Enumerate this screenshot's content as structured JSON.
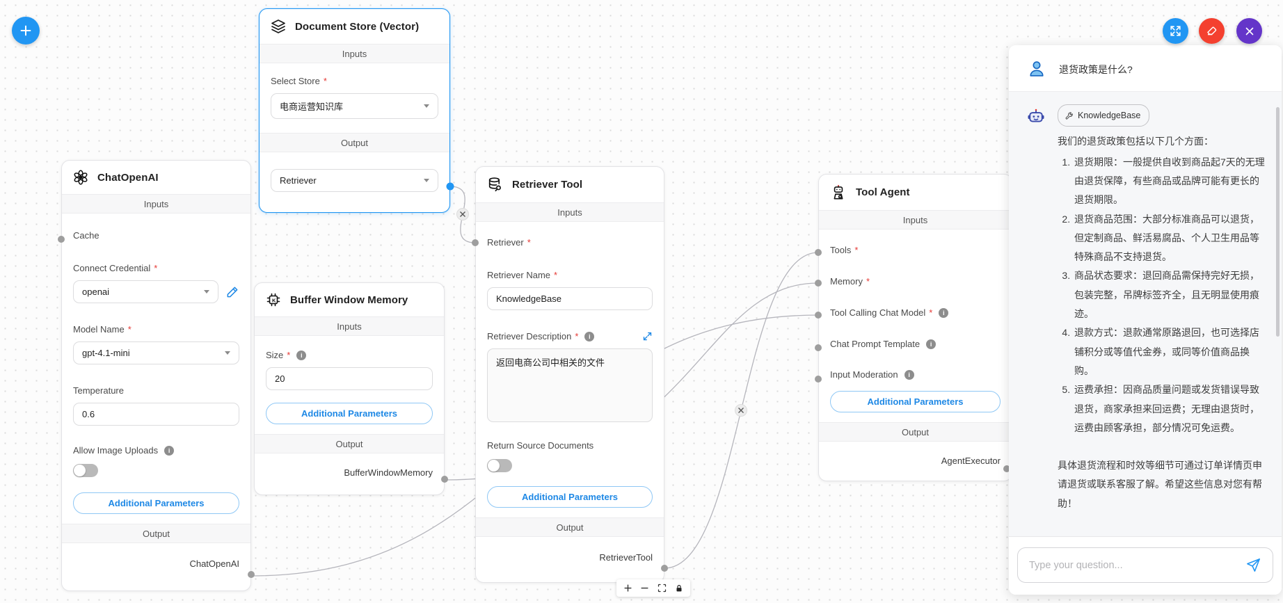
{
  "ui": {
    "required_marker": "*",
    "inputs_header": "Inputs",
    "output_header": "Output",
    "additional_parameters": "Additional Parameters"
  },
  "colors": {
    "accent_blue": "#2196f3",
    "danger_red": "#f4402f",
    "purple": "#6435c9",
    "edge_gray": "#b5b5bc",
    "selected_node_border": "#2196f3"
  },
  "icons": {
    "add_node": "plus",
    "fullscreen": "expand-arrows",
    "clear_chat": "eraser",
    "close_chat": "x",
    "zoom_in": "plus",
    "zoom_out": "minus",
    "fit_view": "frame-corners",
    "lock_canvas": "padlock",
    "send": "paper-plane",
    "edit_credential": "pencil",
    "expand_description": "arrows-out",
    "info": "info-circle",
    "badge_tool": "wrench"
  },
  "nodes": {
    "document_store": {
      "title": "Document Store (Vector)",
      "select_store_label": "Select Store",
      "store_value": "电商运营知识库",
      "output_value": "Retriever"
    },
    "chat_openai": {
      "title": "ChatOpenAI",
      "cache_label": "Cache",
      "connect_credential_label": "Connect Credential",
      "credential_value": "openai",
      "model_name_label": "Model Name",
      "model_value": "gpt-4.1-mini",
      "temperature_label": "Temperature",
      "temperature_value": "0.6",
      "allow_image_uploads_label": "Allow Image Uploads",
      "output_value": "ChatOpenAI"
    },
    "buffer_window_memory": {
      "title": "Buffer Window Memory",
      "size_label": "Size",
      "size_value": "20",
      "output_value": "BufferWindowMemory"
    },
    "retriever_tool": {
      "title": "Retriever Tool",
      "retriever_label": "Retriever",
      "retriever_name_label": "Retriever Name",
      "retriever_name_value": "KnowledgeBase",
      "retriever_description_label": "Retriever Description",
      "retriever_description_value": "返回电商公司中相关的文件",
      "return_source_documents_label": "Return Source Documents",
      "output_value": "RetrieverTool"
    },
    "tool_agent": {
      "title": "Tool Agent",
      "tools_label": "Tools",
      "memory_label": "Memory",
      "tool_calling_chat_model_label": "Tool Calling Chat Model",
      "chat_prompt_template_label": "Chat Prompt Template",
      "input_moderation_label": "Input Moderation",
      "output_value": "AgentExecutor"
    }
  },
  "chat": {
    "user_message": "退货政策是什么?",
    "bot_badge": "KnowledgeBase",
    "bot_intro": "我们的退货政策包括以下几个方面：",
    "policy_items": [
      "退货期限：一般提供自收到商品起7天的无理由退货保障，有些商品或品牌可能有更长的退货期限。",
      "退货商品范围：大部分标准商品可以退货，但定制商品、鲜活易腐品、个人卫生用品等特殊商品不支持退货。",
      "商品状态要求：退回商品需保持完好无损，包装完整，吊牌标签齐全，且无明显使用痕迹。",
      "退款方式：退款通常原路退回，也可选择店铺积分或等值代金券，或同等价值商品换购。",
      "运费承担：因商品质量问题或发货错误导致退货，商家承担来回运费；无理由退货时，运费由顾客承担，部分情况可免运费。"
    ],
    "bot_outro": "具体退货流程和时效等细节可通过订单详情页申请退货或联系客服了解。希望这些信息对您有帮助！",
    "input_placeholder": "Type your question..."
  }
}
